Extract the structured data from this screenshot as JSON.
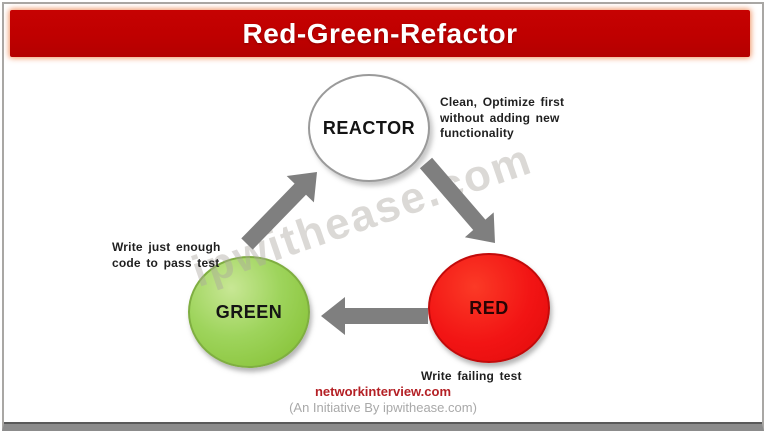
{
  "header": {
    "title": "Red-Green-Refactor",
    "bg_color": "#c00000",
    "text_color": "#ffffff"
  },
  "diagram": {
    "nodes": {
      "refactor": {
        "label": "REACTOR",
        "fill": "#ffffff"
      },
      "green": {
        "label": "GREEN",
        "fill": "#92d050"
      },
      "red": {
        "label": "RED",
        "fill": "#ee1111"
      }
    },
    "annotations": {
      "refactor": "Clean, Optimize first without adding new functionality",
      "green": "Write just enough code to pass test",
      "red": "Write failing test"
    },
    "arrow_color": "#7f7f7f"
  },
  "watermark": {
    "text": "ipwithease.com"
  },
  "footer": {
    "site": "networkinterview.com",
    "initiative": "(An Initiative By ipwithease.com)"
  }
}
